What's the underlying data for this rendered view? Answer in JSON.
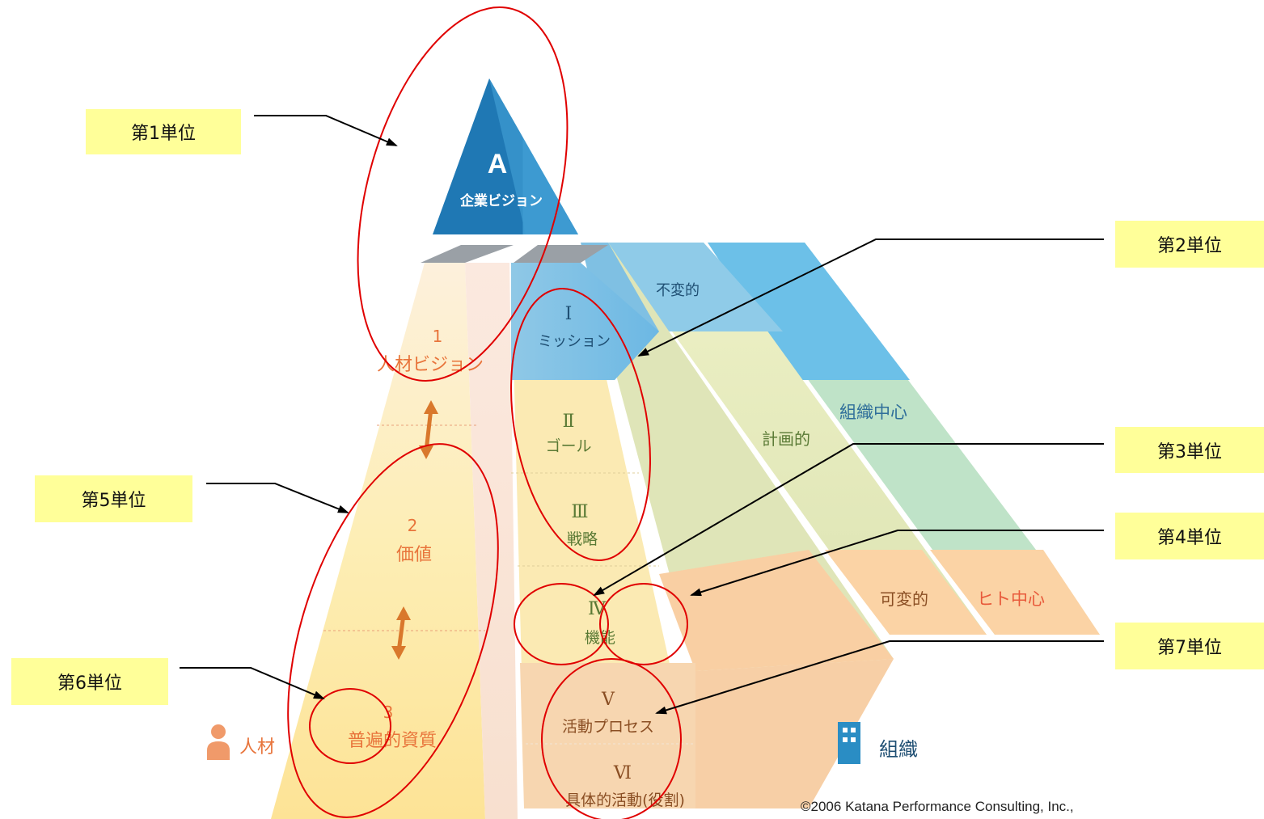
{
  "top": {
    "letter": "A",
    "label": "企業ビジョン"
  },
  "left_column": {
    "items": [
      {
        "num": "1",
        "label": "人材ビジョン"
      },
      {
        "num": "2",
        "label": "価値"
      },
      {
        "num": "3",
        "label": "普遍的資質"
      }
    ],
    "legend": "人材"
  },
  "center_column": {
    "items": [
      {
        "num": "Ⅰ",
        "label": "ミッション"
      },
      {
        "num": "Ⅱ",
        "label": "ゴール"
      },
      {
        "num": "Ⅲ",
        "label": "戦略"
      },
      {
        "num": "Ⅳ",
        "label": "機能"
      },
      {
        "num": "Ⅴ",
        "label": "活動プロセス"
      },
      {
        "num": "Ⅵ",
        "label": "具体的活動(役割)"
      }
    ],
    "legend": "組織"
  },
  "right_side": {
    "invariant": "不変的",
    "planned": "計画的",
    "variable": "可変的",
    "org_centered": "組織中心",
    "people_centered": "ヒト中心"
  },
  "units": [
    {
      "id": "u1",
      "label": "第1単位"
    },
    {
      "id": "u2",
      "label": "第2単位"
    },
    {
      "id": "u3",
      "label": "第3単位"
    },
    {
      "id": "u4",
      "label": "第4単位"
    },
    {
      "id": "u5",
      "label": "第5単位"
    },
    {
      "id": "u6",
      "label": "第6単位"
    },
    {
      "id": "u7",
      "label": "第7単位"
    }
  ],
  "copyright": "©2006 Katana Performance Consulting, Inc.,",
  "colors": {
    "highlight_box": "#ffff99",
    "annotation_red": "#e00000",
    "pyramid_blue": "#2a8dc4",
    "people_orange": "#e8743b",
    "org_blue": "#2f6e9a"
  }
}
